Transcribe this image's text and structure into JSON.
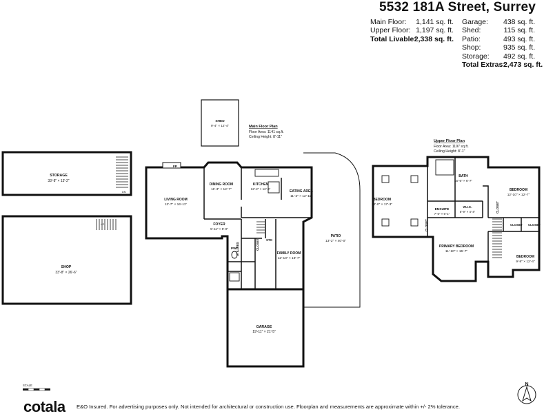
{
  "title": "5532 181A Street, Surrey",
  "living": [
    {
      "label": "Main Floor:",
      "value": "1,141 sq. ft."
    },
    {
      "label": "Upper Floor:",
      "value": "1,197 sq. ft."
    },
    {
      "label": "Total Livable:",
      "value": "2,338 sq. ft."
    }
  ],
  "extras": [
    {
      "label": "Garage:",
      "value": "438 sq. ft."
    },
    {
      "label": "Shed:",
      "value": "115 sq. ft."
    },
    {
      "label": "Patio:",
      "value": "493 sq. ft."
    },
    {
      "label": "Shop:",
      "value": "935 sq. ft."
    },
    {
      "label": "Storage:",
      "value": "492 sq. ft."
    },
    {
      "label": "Total Extras:",
      "value": "2,473 sq. ft."
    }
  ],
  "main_plan": {
    "heading": "Main Floor Plan",
    "area": "Floor Area: 1141 sq.ft.",
    "ceiling": "Ceiling Height: 8'-11\""
  },
  "upper_plan": {
    "heading": "Upper Floor Plan",
    "area": "Floor Area: 1197 sq.ft.",
    "ceiling": "Ceiling Height: 8'-1\""
  },
  "rooms": {
    "shed": {
      "name": "SHED",
      "dim": "9'-4\" × 12'-4\""
    },
    "storage": {
      "name": "STORAGE",
      "dim": "33'-8\" × 13'-2\""
    },
    "shop": {
      "name": "SHOP",
      "dim": "33'-8\" × 26'-6\""
    },
    "living": {
      "name": "LIVING ROOM",
      "dim": "13'-7\" × 16'-11\""
    },
    "dining": {
      "name": "DINING ROOM",
      "dim": "11'-3\" × 12'-7\""
    },
    "kitchen": {
      "name": "KITCHEN",
      "dim": "12'-2\" × 12'-6\""
    },
    "eating": {
      "name": "EATING AREA",
      "dim": "11'-2\" × 12'-11\""
    },
    "foyer": {
      "name": "FOYER",
      "dim": "5'-11\" × 5'-0\""
    },
    "family": {
      "name": "FAMILY ROOM",
      "dim": "12'-10\" × 18'-7\""
    },
    "patio": {
      "name": "PATIO",
      "dim": "13'-2\" × 40'-0\""
    },
    "garage": {
      "name": "GARAGE",
      "dim": "19'-11\" × 21'-5\""
    },
    "bath": {
      "name": "BATH",
      "dim": "15'-6\" × 6'-7\""
    },
    "bed_left": {
      "name": "BEDROOM",
      "dim": "12'-0\" × 17'-3\""
    },
    "bed_right": {
      "name": "BEDROOM",
      "dim": "12'-10\" × 12'-7\""
    },
    "ensuite": {
      "name": "ENSUITE",
      "dim": "7'-6\" × 5'-1\""
    },
    "wic": {
      "name": "W.I.C.",
      "dim": "5'-9\" × 4'-4\""
    },
    "primary": {
      "name": "PRIMARY BEDROOM",
      "dim": "11'-10\" × 15'-7\""
    },
    "bed_small": {
      "name": "BEDROOM",
      "dim": "9'-8\" × 12'-4\""
    }
  },
  "small_labels": {
    "fp": "FP",
    "pwd": "PWD",
    "utilities": "UTILITIES",
    "closet": "CLOSET",
    "sto": "STO",
    "dn": "DN",
    "up": "UP",
    "closet_a": "CLOSET",
    "closet_b": "CLOSET",
    "closet_c": "CLOSET",
    "closet_d": "CLOSET"
  },
  "scale_label": "SCALE",
  "north": "N",
  "brand": "cotala",
  "disclaimer": "E&O Insured. For advertising purposes only. Not intended for architectural or construction use. Floorplan and measurements are approximate within +/- 2% tolerance."
}
